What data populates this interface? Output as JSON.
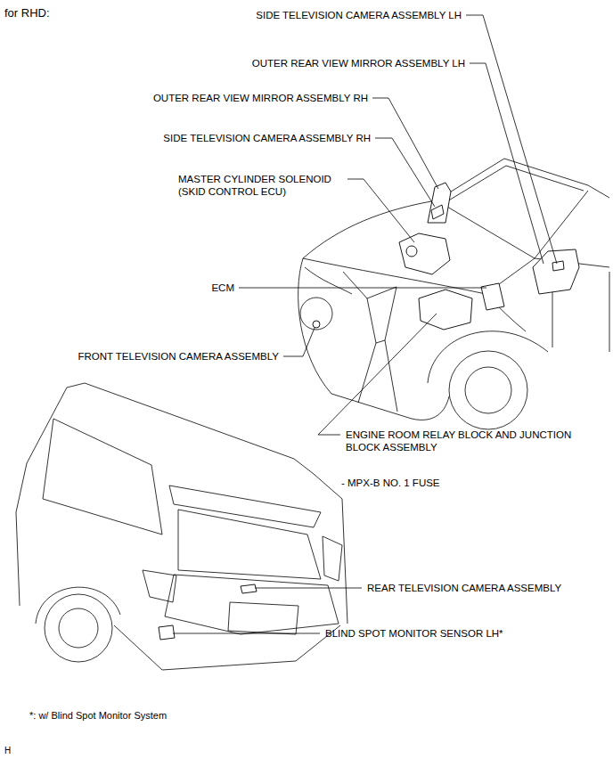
{
  "diagram": {
    "title": "for RHD:",
    "labels": [
      "SIDE TELEVISION CAMERA ASSEMBLY LH",
      "OUTER REAR VIEW MIRROR ASSEMBLY LH",
      "OUTER REAR VIEW MIRROR ASSEMBLY RH",
      "SIDE TELEVISION CAMERA ASSEMBLY RH",
      "MASTER CYLINDER SOLENOID (SKID CONTROL ECU)",
      "ECM",
      "FRONT TELEVISION CAMERA ASSEMBLY",
      "ENGINE ROOM RELAY BLOCK AND JUNCTION BLOCK ASSEMBLY",
      "- MPX-B NO. 1 FUSE",
      "REAR TELEVISION CAMERA ASSEMBLY",
      "BLIND SPOT MONITOR SENSOR LH*",
      "*: w/ Blind Spot Monitor System",
      "H"
    ]
  }
}
